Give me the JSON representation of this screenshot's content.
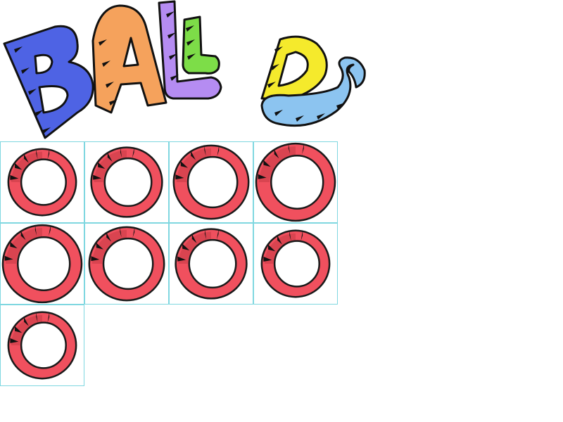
{
  "logo": {
    "letters": [
      "B",
      "A",
      "L",
      "L",
      "D",
      "S"
    ],
    "colors": {
      "B": "#4e63e4",
      "A": "#f5a25c",
      "L1": "#b58cf2",
      "L2": "#7ddd48",
      "D": "#f5ea2c",
      "S": "#8cc4f0"
    }
  },
  "sprite_sheet": {
    "grid_color": "#7fd7e0",
    "ring_color": "#f0505e",
    "ring_shade": "#c73a46",
    "outline_color": "#1a1a1a",
    "rows": [
      {
        "frames": [
          {
            "level": 0.86
          },
          {
            "level": 0.9
          },
          {
            "level": 0.95
          },
          {
            "level": 1.0
          }
        ]
      },
      {
        "frames": [
          {
            "level": 1.0
          },
          {
            "level": 0.95
          },
          {
            "level": 0.9
          },
          {
            "level": 0.86
          }
        ]
      },
      {
        "frames": [
          {
            "level": 0.86
          }
        ]
      }
    ]
  }
}
